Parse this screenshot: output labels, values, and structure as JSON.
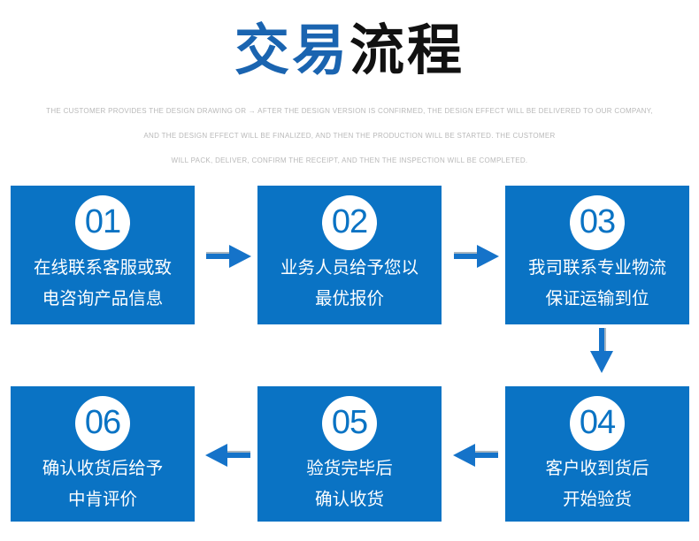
{
  "title": {
    "blue": "交易",
    "black": "流程"
  },
  "subtitle_lines": [
    "THE CUSTOMER PROVIDES THE DESIGN DRAWING OR → AFTER THE DESIGN VERSION IS CONFIRMED, THE DESIGN EFFECT WILL BE DELIVERED TO OUR COMPANY,",
    "AND THE DESIGN EFFECT WILL BE FINALIZED, AND THEN THE PRODUCTION WILL BE STARTED. THE CUSTOMER",
    "WILL PACK, DELIVER, CONFIRM THE RECEIPT, AND THEN THE INSPECTION WILL BE COMPLETED."
  ],
  "steps": [
    {
      "number": "01",
      "line1": "在线联系客服或致",
      "line2": "电咨询产品信息"
    },
    {
      "number": "02",
      "line1": "业务人员给予您以",
      "line2": "最优报价"
    },
    {
      "number": "03",
      "line1": "我司联系专业物流",
      "line2": "保证运输到位"
    },
    {
      "number": "04",
      "line1": "客户收到货后",
      "line2": "开始验货"
    },
    {
      "number": "05",
      "line1": "验货完毕后",
      "line2": "确认收货"
    },
    {
      "number": "06",
      "line1": "确认收货后给予",
      "line2": "中肯评价"
    }
  ],
  "flow": {
    "arrows": [
      "right",
      "right",
      "down",
      "left",
      "left"
    ]
  },
  "colors": {
    "box_blue": "#0a73c4",
    "title_blue": "#1a64b0",
    "arrow_blue": "#1573c9",
    "arrow_shine": "#a9b6c0",
    "subtitle_gray": "#b9b9b9"
  }
}
